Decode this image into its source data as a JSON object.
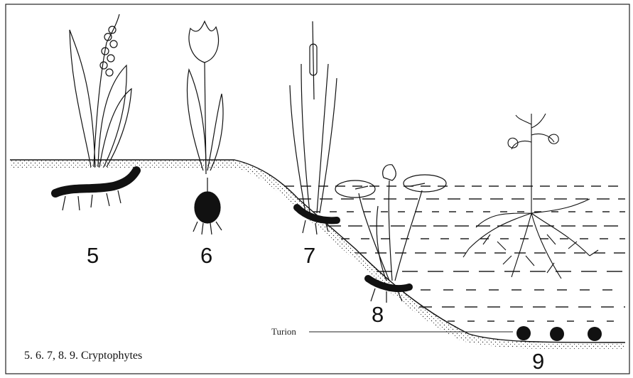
{
  "figure": {
    "labels": [
      "5",
      "6",
      "7",
      "8",
      "9"
    ],
    "turion_label": "Turion",
    "caption": "5. 6. 7, 8. 9. Cryptophytes"
  }
}
